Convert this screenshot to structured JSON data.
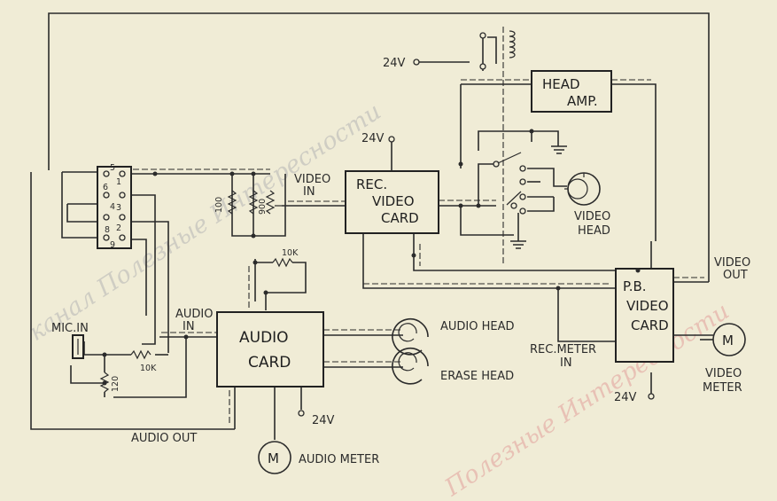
{
  "labels": {
    "rec_video_card": [
      "REC.",
      "VIDEO",
      "CARD"
    ],
    "pb_video_card": [
      "P.B.",
      "VIDEO",
      "CARD"
    ],
    "audio_card": [
      "AUDIO",
      "CARD"
    ],
    "head_amp": [
      "HEAD",
      "AMP."
    ],
    "video_in": [
      "VIDEO",
      "IN"
    ],
    "video_out": [
      "VIDEO",
      "OUT"
    ],
    "video_head": [
      "VIDEO",
      "HEAD"
    ],
    "audio_in": [
      "AUDIO",
      "IN"
    ],
    "audio_out": "AUDIO OUT",
    "audio_head": "AUDIO HEAD",
    "erase_head": "ERASE HEAD",
    "mic_in": "MIC.IN",
    "rec_meter_in": [
      "REC.METER",
      "IN"
    ],
    "video_meter": [
      "VIDEO",
      "METER"
    ],
    "audio_meter": "AUDIO METER",
    "meter_symbol": "M",
    "supply": "24V",
    "r_100": "100",
    "r_900": "900",
    "r_10k_top": "10K",
    "r_10k_mic": "10K",
    "r_120": "120",
    "pins": [
      "5",
      "1",
      "6",
      "4",
      "3",
      "8",
      "2",
      "9"
    ]
  },
  "watermark": {
    "line1": "канал Полезные Интересности",
    "line2": "Полезные Интересности",
    "colors": [
      "#b5b5b5",
      "#e3a6a0"
    ]
  },
  "colors": {
    "paper": "#f0ecd6",
    "ink": "#2b2b2b"
  }
}
